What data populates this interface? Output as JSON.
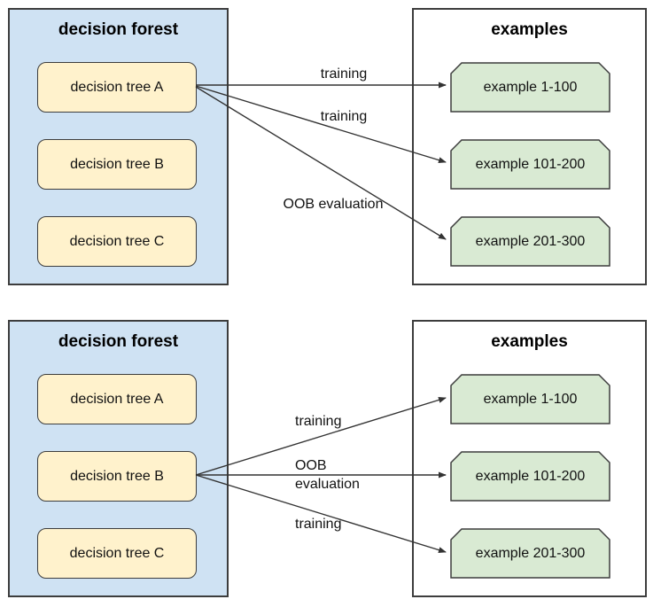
{
  "panels": [
    {
      "forest": {
        "title": "decision forest",
        "trees": [
          {
            "label": "decision tree A"
          },
          {
            "label": "decision tree B"
          },
          {
            "label": "decision tree C"
          }
        ]
      },
      "examples": {
        "title": "examples",
        "items": [
          {
            "label": "example 1-100"
          },
          {
            "label": "example 101-200"
          },
          {
            "label": "example 201-300"
          }
        ]
      },
      "arrows": [
        {
          "label": "training",
          "from": "decision tree A",
          "to": "example 1-100"
        },
        {
          "label": "training",
          "from": "decision tree A",
          "to": "example 101-200"
        },
        {
          "label": "OOB evaluation",
          "from": "decision tree A",
          "to": "example 201-300"
        }
      ]
    },
    {
      "forest": {
        "title": "decision forest",
        "trees": [
          {
            "label": "decision tree A"
          },
          {
            "label": "decision tree B"
          },
          {
            "label": "decision tree C"
          }
        ]
      },
      "examples": {
        "title": "examples",
        "items": [
          {
            "label": "example 1-100"
          },
          {
            "label": "example 101-200"
          },
          {
            "label": "example 201-300"
          }
        ]
      },
      "arrows": [
        {
          "label": "training",
          "from": "decision tree B",
          "to": "example 1-100"
        },
        {
          "label": "OOB evaluation",
          "from": "decision tree B",
          "to": "example 101-200"
        },
        {
          "label": "training",
          "from": "decision tree B",
          "to": "example 201-300"
        }
      ]
    }
  ],
  "colors": {
    "forest_fill": "#cfe2f3",
    "tree_fill": "#fff2cc",
    "example_fill": "#d9ead3",
    "box_border": "#3d3d3d",
    "arrow": "#333333",
    "text": "#111111"
  }
}
